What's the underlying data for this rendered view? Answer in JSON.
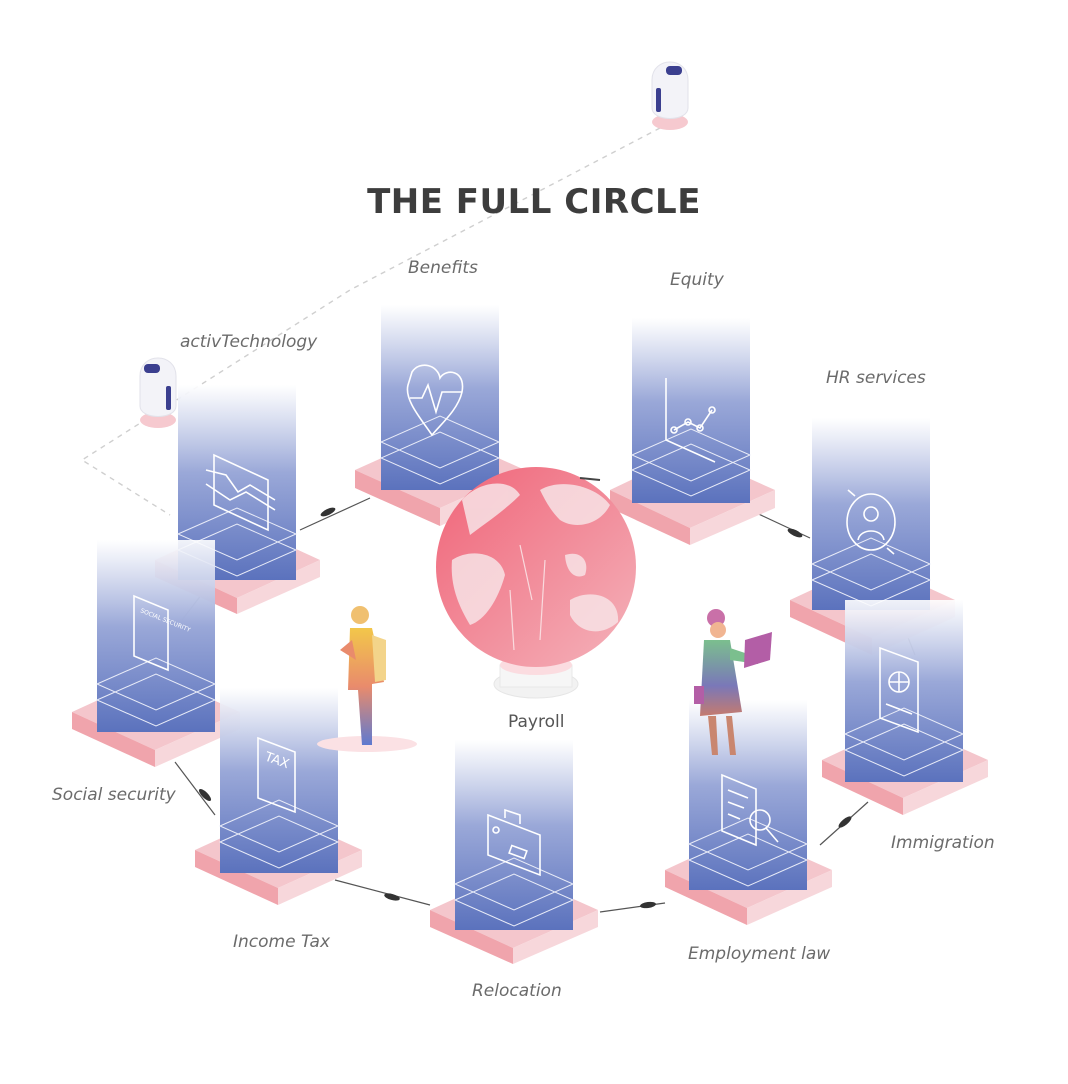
{
  "title": "THE FULL CIRCLE",
  "center": {
    "label": "Payroll"
  },
  "services": {
    "benefits": "Benefits",
    "equity": "Equity",
    "hr_services": "HR services",
    "activtechnology": "activTechnology",
    "social_security": "Social security",
    "income_tax": "Income Tax",
    "relocation": "Relocation",
    "employment_law": "Employment law",
    "immigration": "Immigration"
  },
  "icon_texts": {
    "social_security": "SOCIAL SECURITY",
    "tax": "TAX"
  },
  "colors": {
    "blue": "#5b72bd",
    "pink": "#f0a4ac",
    "globe": "#e8536a",
    "title": "#3d3d3d",
    "label": "#6b6b6b"
  }
}
